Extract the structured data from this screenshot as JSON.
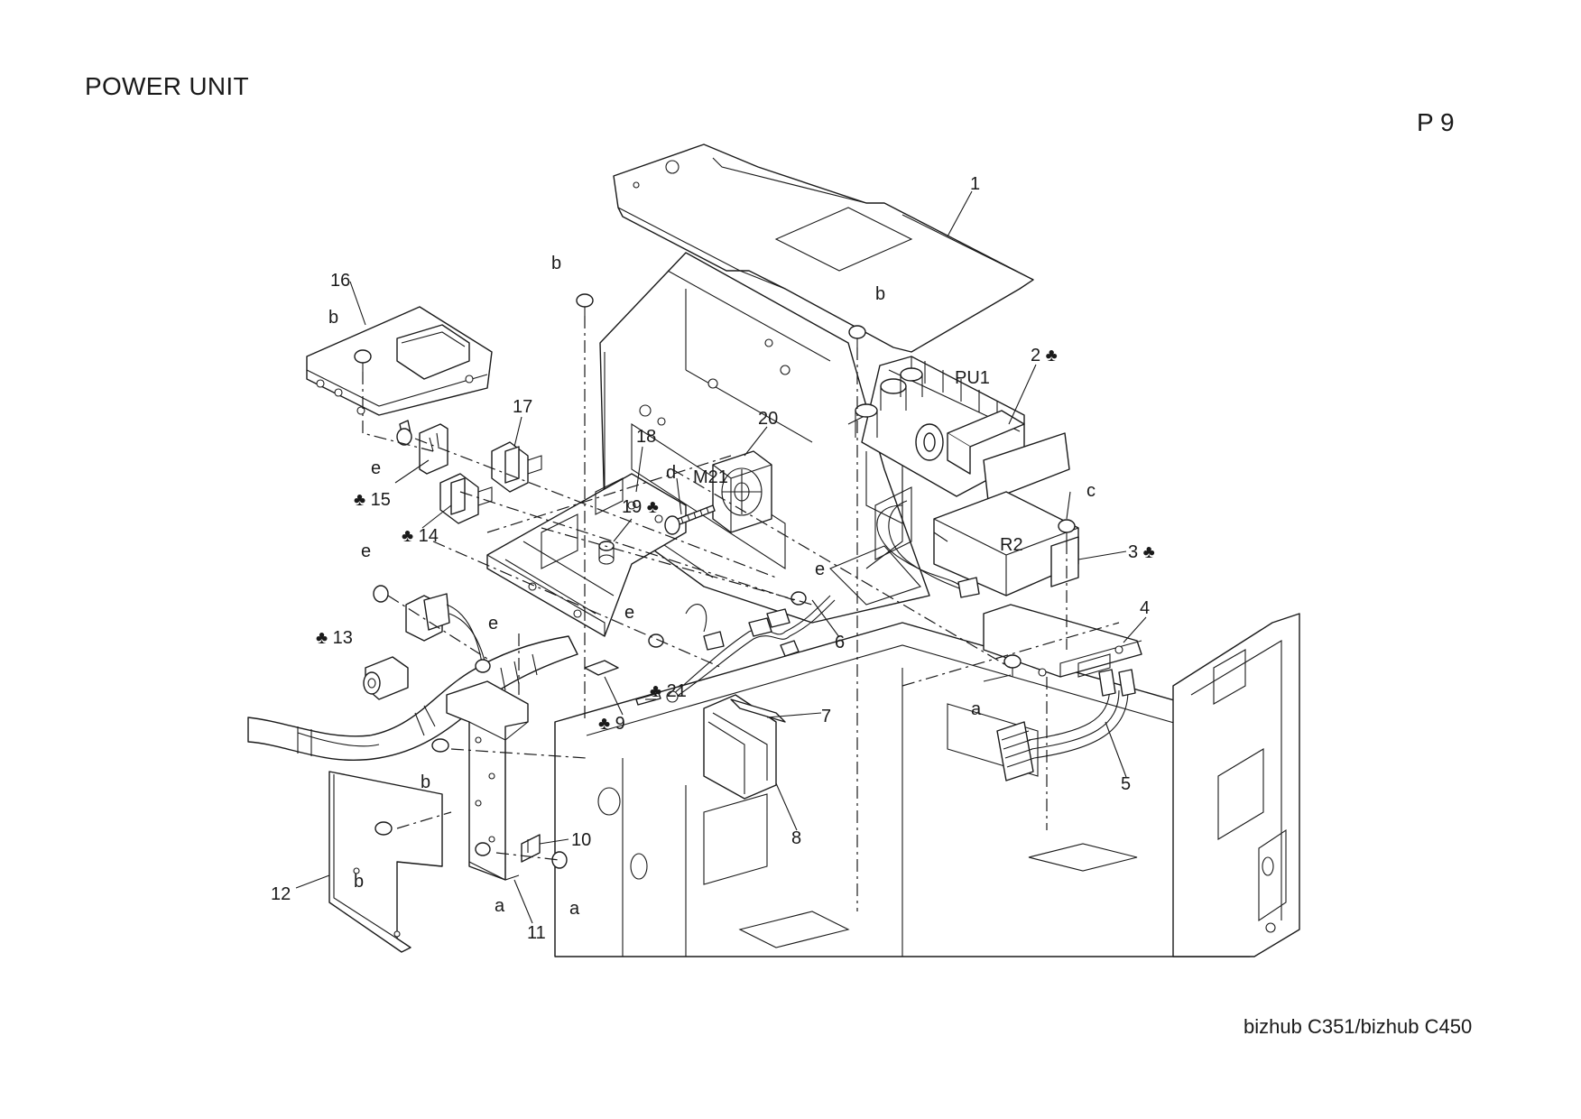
{
  "header": {
    "title": "POWER UNIT",
    "page_code": "P 9"
  },
  "footer": {
    "model": "bizhub C351/bizhub C450"
  },
  "symbols": {
    "club": "♣"
  },
  "callouts": [
    {
      "id": "c1",
      "text": "1"
    },
    {
      "id": "c2",
      "text": "2 ♣"
    },
    {
      "id": "c3",
      "text": "3 ♣"
    },
    {
      "id": "c4",
      "text": "4"
    },
    {
      "id": "c5",
      "text": "5"
    },
    {
      "id": "c6",
      "text": "6"
    },
    {
      "id": "c7",
      "text": "7"
    },
    {
      "id": "c8",
      "text": "8"
    },
    {
      "id": "c9",
      "text": "♣ 9"
    },
    {
      "id": "c10",
      "text": "10"
    },
    {
      "id": "c11",
      "text": "11"
    },
    {
      "id": "c12",
      "text": "12"
    },
    {
      "id": "c13",
      "text": "♣ 13"
    },
    {
      "id": "c14",
      "text": "♣ 14"
    },
    {
      "id": "c15",
      "text": "♣ 15"
    },
    {
      "id": "c16",
      "text": "16"
    },
    {
      "id": "c17",
      "text": "17"
    },
    {
      "id": "c18",
      "text": "18"
    },
    {
      "id": "c19",
      "text": "19 ♣"
    },
    {
      "id": "c20",
      "text": "20"
    },
    {
      "id": "c21",
      "text": "♣ 21"
    }
  ],
  "component_labels": {
    "pu1": "PU1",
    "r2": "R2",
    "m21": "M21"
  },
  "screw_labels": {
    "a": "a",
    "b": "b",
    "c": "c",
    "d": "d",
    "e": "e"
  }
}
